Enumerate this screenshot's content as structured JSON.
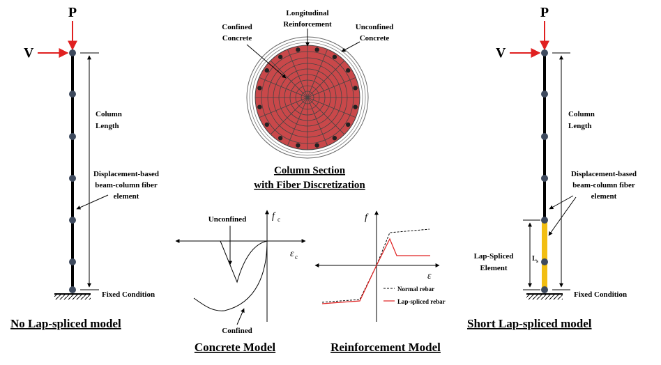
{
  "left_model": {
    "load_p": "P",
    "load_v": "V",
    "length_line1": "Column",
    "length_line2": "Length",
    "element_line1": "Displacement-based",
    "element_line2": "beam-column  fiber",
    "element_line3": "element",
    "fixed": "Fixed  Condition",
    "title": "No Lap-spliced  model"
  },
  "section": {
    "confined_line1": "Confined",
    "confined_line2": "Concrete",
    "long_line1": "Longitudinal",
    "long_line2": "Reinforcement",
    "unconf_line1": "Unconfined",
    "unconf_line2": "Concrete",
    "title_line1": "Column Section",
    "title_line2": "with Fiber Discretization"
  },
  "concrete": {
    "axis_f": "f",
    "axis_f_sub": "c",
    "axis_e": "ε",
    "axis_e_sub": "c",
    "unconfined": "Unconfined",
    "confined": "Confined",
    "title": "Concrete Model"
  },
  "reinf": {
    "axis_f": "f",
    "axis_e": "ε",
    "legend_normal": "Normal rebar",
    "legend_lap": "Lap-spliced rebar",
    "title": "Reinforcement Model"
  },
  "right_model": {
    "load_p": "P",
    "load_v": "V",
    "length_line1": "Column",
    "length_line2": "Length",
    "element_line1": "Displacement-based",
    "element_line2": "beam-column  fiber",
    "element_line3": "element",
    "lap_line1": "Lap-Spliced",
    "lap_line2": "Element",
    "ls": "L",
    "ls_sub": "s",
    "fixed": "Fixed  Condition",
    "title": "Short Lap-spliced  model"
  },
  "colors": {
    "load_arrow": "#e02020",
    "section_fill": "#c9484a",
    "node": "#3e4a5e",
    "lap_element": "#f2be12",
    "lap_curve": "#e02020"
  }
}
